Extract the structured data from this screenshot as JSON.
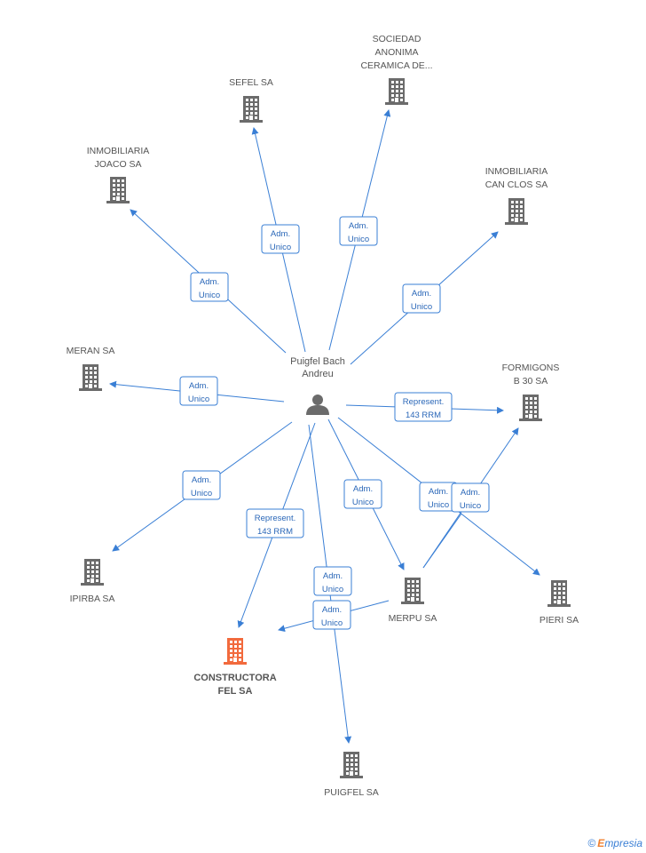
{
  "person": {
    "label": [
      "Puigfel Bach",
      "Andreu"
    ]
  },
  "companies": [
    {
      "id": "sefel",
      "label": [
        "SEFEL SA"
      ]
    },
    {
      "id": "sociedad",
      "label": [
        "SOCIEDAD",
        "ANONIMA",
        "CERAMICA DE..."
      ]
    },
    {
      "id": "joaco",
      "label": [
        "INMOBILIARIA",
        "JOACO SA"
      ]
    },
    {
      "id": "canclos",
      "label": [
        "INMOBILIARIA",
        "CAN CLOS SA"
      ]
    },
    {
      "id": "meran",
      "label": [
        "MERAN SA"
      ]
    },
    {
      "id": "formigons",
      "label": [
        "FORMIGONS",
        "B 30 SA"
      ]
    },
    {
      "id": "ipirba",
      "label": [
        "IPIRBA SA"
      ]
    },
    {
      "id": "merpu",
      "label": [
        "MERPU SA"
      ]
    },
    {
      "id": "pieri",
      "label": [
        "PIERI SA"
      ]
    },
    {
      "id": "constructora",
      "label": [
        "CONSTRUCTORA",
        "FEL SA"
      ],
      "highlight": true
    },
    {
      "id": "puigfel",
      "label": [
        "PUIGFEL SA"
      ]
    }
  ],
  "edges": [
    {
      "id": "e-sefel",
      "label": [
        "Adm.",
        "Unico"
      ]
    },
    {
      "id": "e-sociedad",
      "label": [
        "Adm.",
        "Unico"
      ]
    },
    {
      "id": "e-joaco",
      "label": [
        "Adm.",
        "Unico"
      ]
    },
    {
      "id": "e-canclos",
      "label": [
        "Adm.",
        "Unico"
      ]
    },
    {
      "id": "e-meran",
      "label": [
        "Adm.",
        "Unico"
      ]
    },
    {
      "id": "e-formigons",
      "label": [
        "Represent.",
        "143 RRM"
      ]
    },
    {
      "id": "e-ipirba",
      "label": [
        "Adm.",
        "Unico"
      ]
    },
    {
      "id": "e-constructora",
      "label": [
        "Represent.",
        "143 RRM"
      ]
    },
    {
      "id": "e-merpu",
      "label": [
        "Adm.",
        "Unico"
      ]
    },
    {
      "id": "e-pieri",
      "label": [
        "Adm.",
        "Unico"
      ]
    },
    {
      "id": "e-puigfel",
      "label": [
        "Adm.",
        "Unico"
      ]
    },
    {
      "id": "e-merpu-constructora",
      "label": [
        "Adm.",
        "Unico"
      ]
    },
    {
      "id": "e-merpu-formigons",
      "label": [
        "Adm.",
        "Unico"
      ]
    }
  ],
  "colors": {
    "edge": "#3a7fd5",
    "building": "#6b6b6b",
    "highlight": "#f26a3d",
    "person": "#6b6b6b"
  },
  "watermark": {
    "symbol": "©",
    "brand_initial": "E",
    "brand_rest": "mpresia"
  }
}
